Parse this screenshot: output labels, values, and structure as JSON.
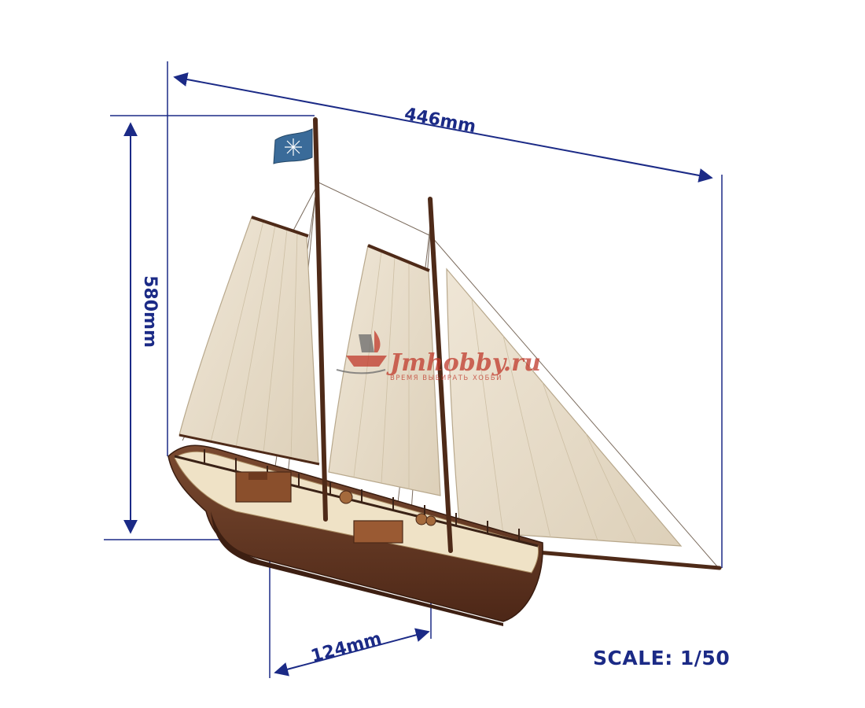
{
  "dimensions": {
    "length": "446mm",
    "height": "580mm",
    "beam": "124mm"
  },
  "scale": "SCALE: 1/50",
  "watermark": {
    "brand": "Jmhobby.ru",
    "tagline": "ВРЕМЯ ВЫБИРАТЬ  ХОББИ"
  },
  "colors": {
    "dimension_lines": "#1b2a86",
    "hull_dark": "#6b3b24",
    "hull_light": "#efe2c6",
    "sail": "#e9dfcf",
    "watermark_red": "#c0392b"
  }
}
